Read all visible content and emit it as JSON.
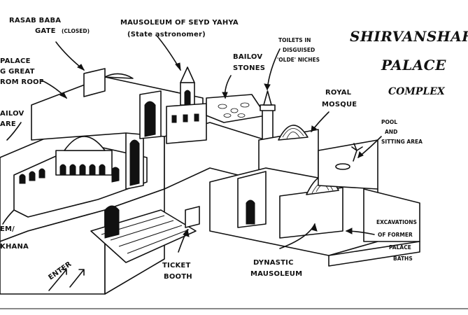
{
  "title": {
    "line1": "SHIRVANSHAHS",
    "line2": "PALACE",
    "line3": "COMPLEX"
  },
  "labels": {
    "rasab_gate_1": "RASAB BABA",
    "rasab_gate_2": "GATE",
    "rasab_gate_closed": "(CLOSED)",
    "mausoleum_seyd_1": "MAUSOLEUM OF SEYD YAHYA",
    "mausoleum_seyd_2": "(State astronomer)",
    "toilets_1": "TOILETS IN",
    "toilets_2": "DISGUISED",
    "toilets_3": "'OLDE' NICHES",
    "bailov_stones_1": "BAILOV",
    "bailov_stones_2": "STONES",
    "palace_1": "PALACE",
    "palace_2": "G GREAT",
    "palace_3": "ROM ROOF",
    "bailov_left_1": "AILOV",
    "bailov_left_2": "ARE",
    "royal_mosque_1": "ROYAL",
    "royal_mosque_2": "MOSQUE",
    "pool_1": "POOL",
    "pool_2": "AND",
    "pool_3": "SITTING AREA",
    "harem_1": "EM/",
    "harem_2": "KHANA",
    "excavations_1": "EXCAVATIONS",
    "excavations_2": "OF FORMER",
    "excavations_3": "PALACE",
    "excavations_4": "BATHS",
    "dynastic_1": "DYNASTIC",
    "dynastic_2": "MAUSOLEUM",
    "ticket_1": "TICKET",
    "ticket_2": "BOOTH",
    "enter": "ENTER"
  }
}
